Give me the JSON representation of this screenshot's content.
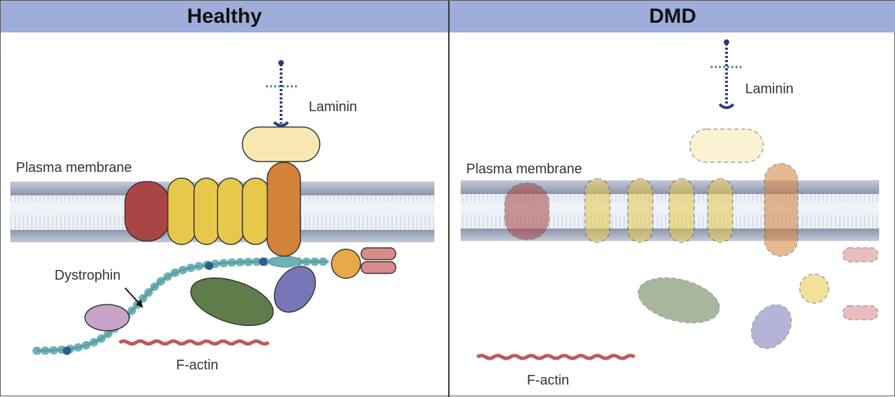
{
  "panels": {
    "left": {
      "title": "Healthy",
      "labels": {
        "laminin": "Laminin",
        "plasma_membrane": "Plasma membrane",
        "dystrophin": "Dystrophin",
        "f_actin": "F-actin"
      }
    },
    "right": {
      "title": "DMD",
      "labels": {
        "laminin": "Laminin",
        "plasma_membrane": "Plasma membrane",
        "f_actin": "F-actin"
      }
    }
  },
  "colors": {
    "header": "#9eadd9",
    "membrane": "#a9b3c8",
    "dystrophin": "#6fb3b8",
    "dark_red": "#a94545",
    "yellow": "#e8c84a",
    "orange": "#d4813a",
    "pale_yellow": "#f6e8b0",
    "green": "#5f7d4a",
    "purple": "#7777b8",
    "pink": "#c9a3c8",
    "red_actin": "#b85c5c",
    "laminin_blue": "#2c3a78"
  }
}
